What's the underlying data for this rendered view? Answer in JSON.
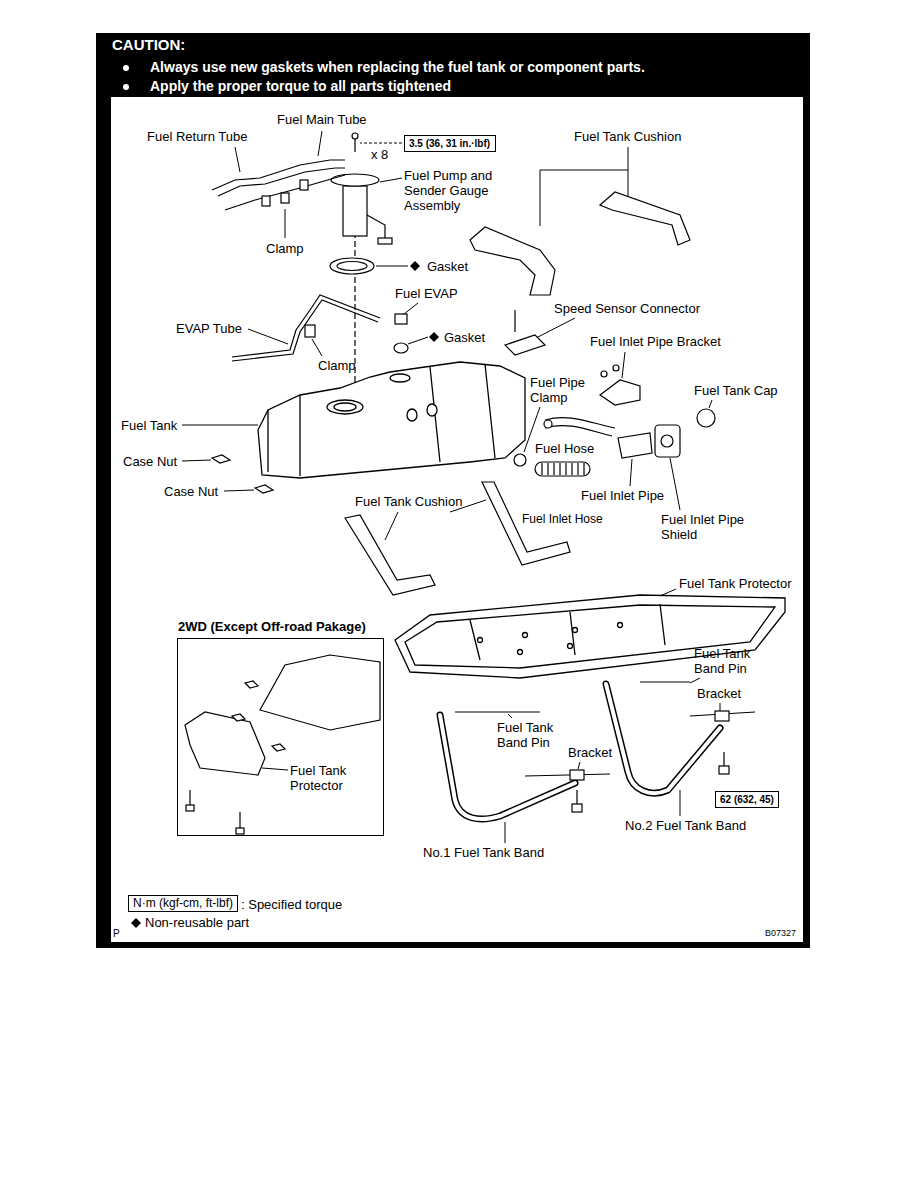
{
  "diagram": {
    "nodes": [
      {
        "text": [
          "CAUTION:",
          "Always use new gaskets when replacing the fuel tank or component parts.",
          "Apply the proper torque to all parts tightened"
        ]
      },
      {
        "text": [
          "3.5 (36, 31 in.·lbf)"
        ]
      },
      {
        "text": [
          "2WD (Except Off-road Pakage)",
          "Fuel Tank Protector"
        ]
      },
      {
        "text": [
          "62 (632, 45)"
        ]
      },
      {
        "text": [
          "N·m (kgf-cm, ft-lbf)"
        ]
      }
    ],
    "labels": [
      "Fuel Main Tube",
      "Fuel Return Tube",
      "x 8",
      "Fuel Tank Cushion",
      "Fuel Pump and Sender Gauge Assembly",
      "Clamp",
      "Gasket",
      "Fuel EVAP",
      "EVAP Tube",
      "Gasket",
      "Speed Sensor Connector",
      "Clamp",
      "Fuel Inlet Pipe Bracket",
      "Fuel Pipe Clamp",
      "Fuel Tank Cap",
      "Fuel Tank",
      "Fuel Hose",
      "Case Nut",
      "Case Nut",
      "Fuel Tank Cushion",
      "Fuel Inlet Pipe",
      "Fuel Inlet Hose",
      "Fuel Inlet Pipe Shield",
      "Fuel Tank Protector",
      "Fuel Tank Band Pin",
      "Bracket",
      "Fuel Tank Band Pin",
      "Bracket",
      "No.2 Fuel Tank Band",
      "No.1 Fuel Tank Band",
      "P",
      "B07327"
    ],
    "legend": [
      {
        "text": ": Specified torque"
      },
      {
        "text": "Non-reusable part"
      }
    ]
  }
}
